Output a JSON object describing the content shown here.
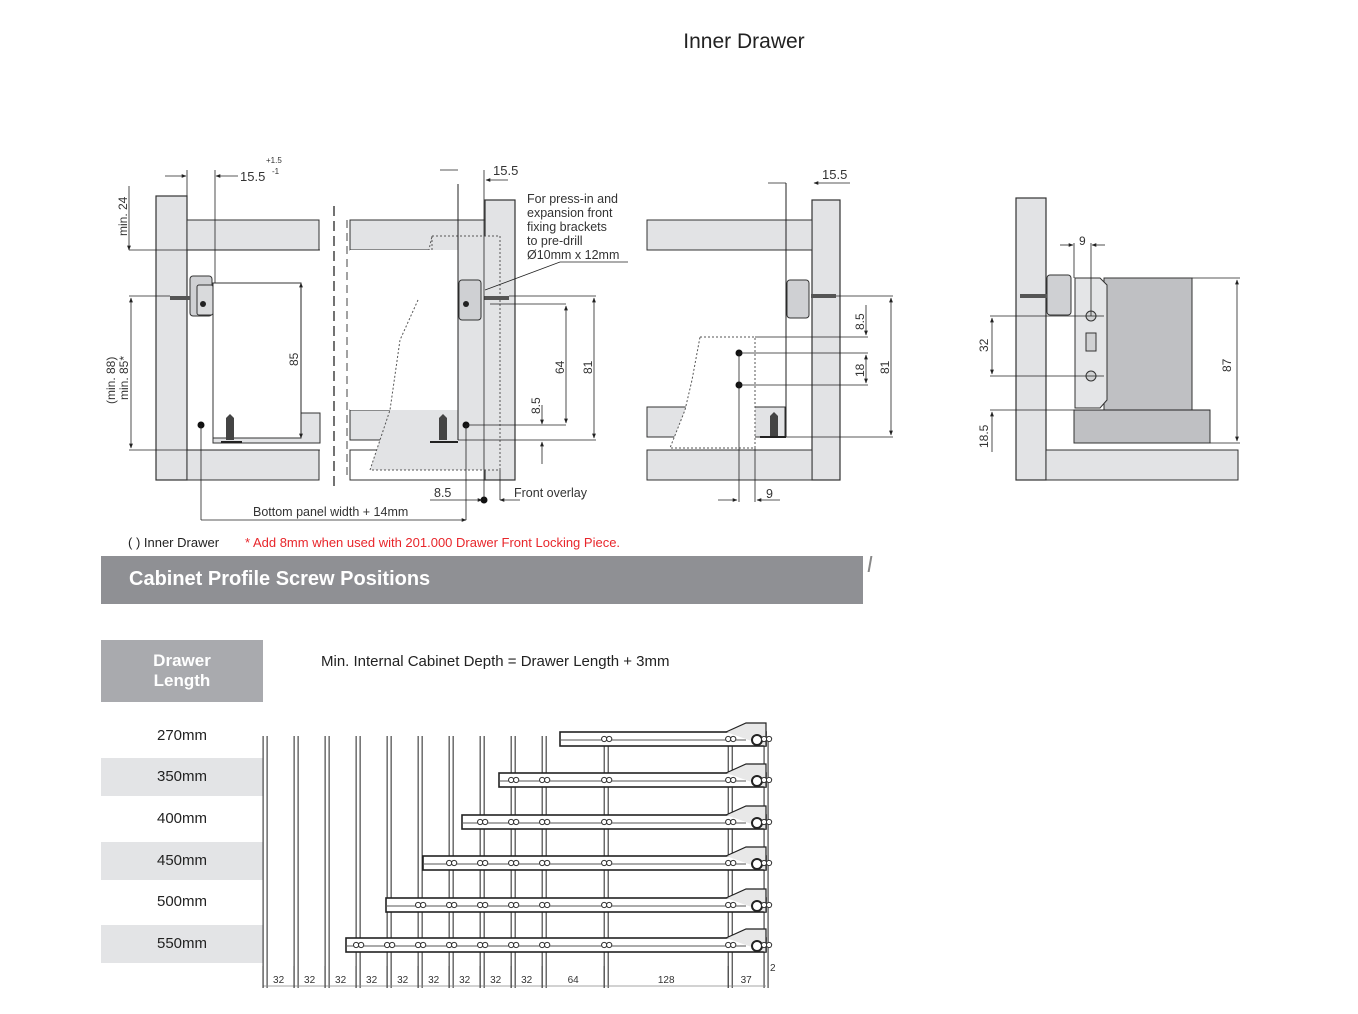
{
  "page_title": "Inner Drawer",
  "diagrams": {
    "diagram1": {
      "dim_top": "15.5",
      "dim_top_tol_plus": "+1.5",
      "dim_top_tol_minus": "-1",
      "dim_min24": "min. 24",
      "dim_85": "85",
      "dim_min88": "(min. 88)",
      "dim_min85": "min. 85*",
      "bottom_panel_label": "Bottom panel width + 14mm"
    },
    "diagram2": {
      "dim_top": "15.5",
      "note_lines": [
        "For press-in and",
        "expansion front",
        "fixing brackets",
        "to pre-drill",
        "Ø10mm x 12mm"
      ],
      "dim_64": "64",
      "dim_81": "81",
      "dim_8_5": "8.5",
      "dim_bottom_8_5": "8.5",
      "front_overlay_label": "Front overlay"
    },
    "diagram3": {
      "dim_top": "15.5",
      "dim_8_5": "8.5",
      "dim_18": "18",
      "dim_81": "81",
      "dim_9": "9"
    },
    "diagram4": {
      "dim_9": "9",
      "dim_32": "32",
      "dim_87": "87",
      "dim_18_5": "18.5"
    }
  },
  "legend": {
    "inner_drawer_note": "( ) Inner Drawer",
    "warning": "* Add 8mm when used with 201.000 Drawer Front Locking Piece."
  },
  "section_title": "Cabinet Profile Screw Positions",
  "drawer_table": {
    "header": "Drawer Length",
    "header_lines": [
      "Drawer",
      "Length"
    ],
    "rows": [
      "270mm",
      "350mm",
      "400mm",
      "450mm",
      "500mm",
      "550mm"
    ]
  },
  "formula": "Min. Internal Cabinet Depth = Drawer Length + 3mm",
  "screw_chart": {
    "spacings": [
      "32",
      "32",
      "32",
      "32",
      "32",
      "32",
      "32",
      "32",
      "32",
      "64",
      "128",
      "37"
    ],
    "end_offset": "2",
    "rails": [
      {
        "length": "270mm"
      },
      {
        "length": "350mm"
      },
      {
        "length": "400mm"
      },
      {
        "length": "450mm"
      },
      {
        "length": "500mm"
      },
      {
        "length": "550mm"
      }
    ]
  }
}
